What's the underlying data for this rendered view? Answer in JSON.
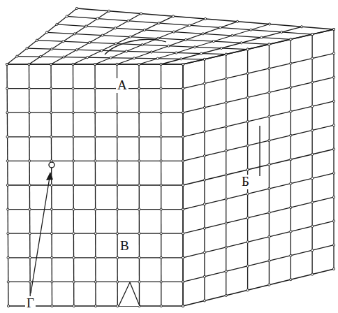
{
  "diagram": {
    "labels": [
      "А",
      "Б",
      "В",
      "Г"
    ]
  }
}
